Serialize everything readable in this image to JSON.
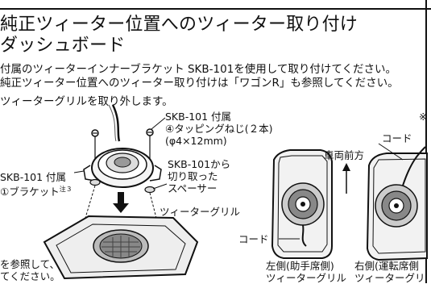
{
  "heading": {
    "line1": "純正ツィーター位置へのツィーター取り付け",
    "line2": "ダッシュボード"
  },
  "instructions": {
    "line1": "付属のツィーターインナーブラケット SKB-101を使用して取り付けてください。",
    "line2": "純正ツィーター位置へのツィーター取り付けは「ワゴンR」も参照してください。",
    "step": "ツィーターグリルを取り外します。"
  },
  "callouts": {
    "screws_title": "SKB-101 付属",
    "screws_item": "④タッピングねじ(２本)",
    "screws_size": "(φ4×12mm)",
    "bracket_title": "SKB-101 付属",
    "bracket_item": "①ブラケット",
    "bracket_note": "注３",
    "spacer_l1": "SKB-101から",
    "spacer_l2": "切り取った",
    "spacer_l3": "スペーサー",
    "grille": "ツィーターグリル",
    "ref_l1": "を参照して、",
    "ref_l2": "てください。",
    "asterisk": "※",
    "cord_top": "コード",
    "cord_left": "コード",
    "front": "車両前方",
    "left_cap1": "左側(助手席側)",
    "left_cap2": "ツィーターグリル",
    "right_cap1": "右側(運転席側",
    "right_cap2": "ツィーターグリ"
  },
  "icons": [
    "screw-icon",
    "arrow-down-icon",
    "arrow-up-icon",
    "tweeter-icon"
  ],
  "colors": {
    "ink": "#111111",
    "paper": "#ffffff",
    "shade": "#8a8a8a"
  }
}
